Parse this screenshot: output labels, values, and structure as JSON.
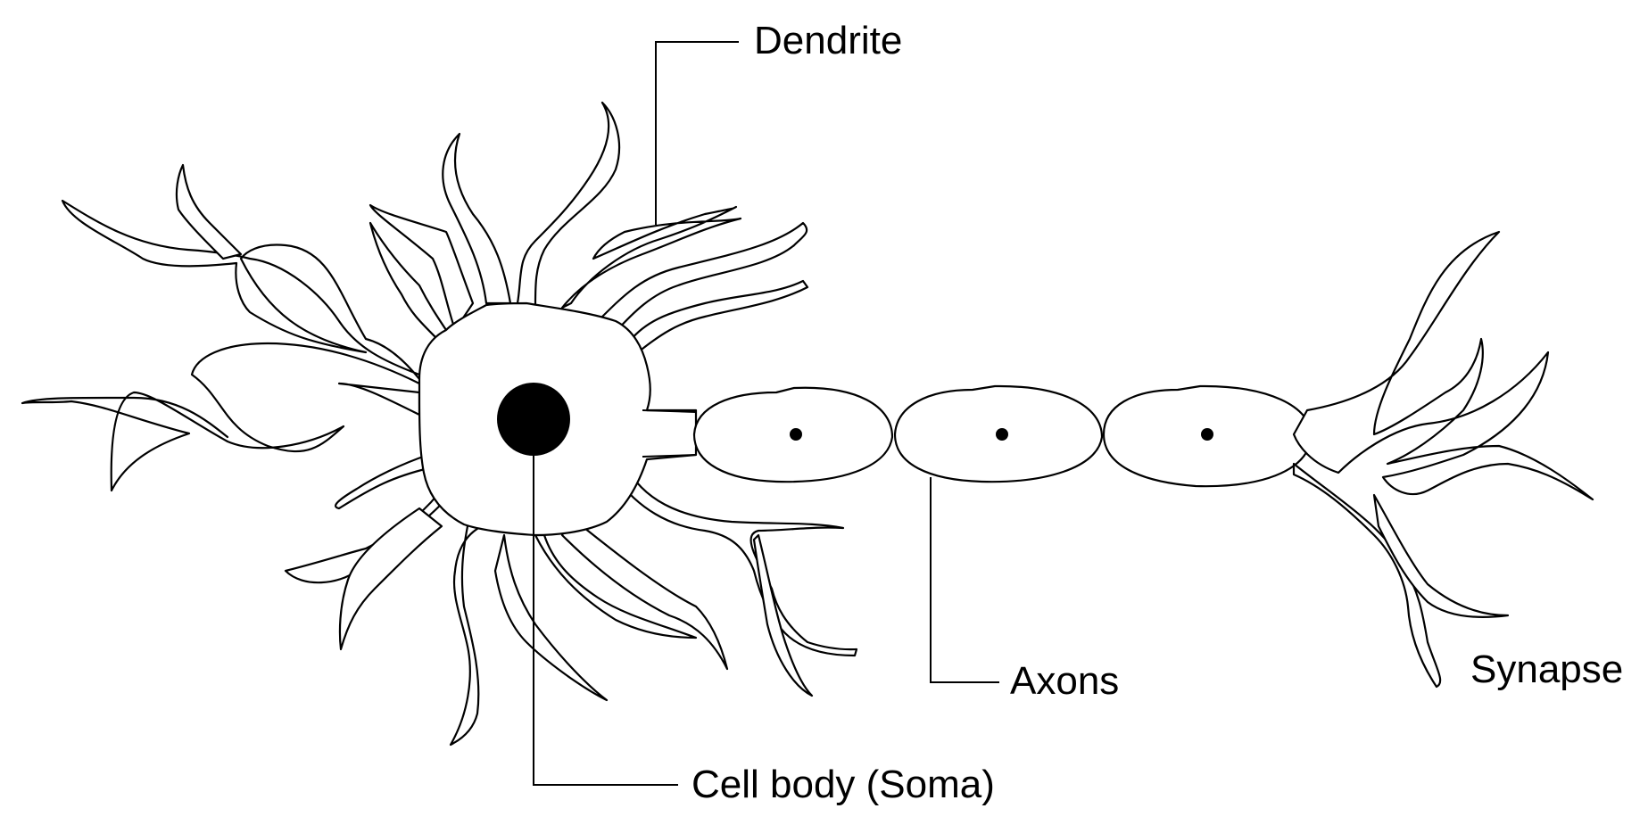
{
  "labels": {
    "dendrite": "Dendrite",
    "cell_body": "Cell body (Soma)",
    "axons": "Axons",
    "synapse": "Synapse"
  },
  "colors": {
    "stroke": "#000000",
    "background": "#ffffff",
    "nucleus": "#000000"
  }
}
